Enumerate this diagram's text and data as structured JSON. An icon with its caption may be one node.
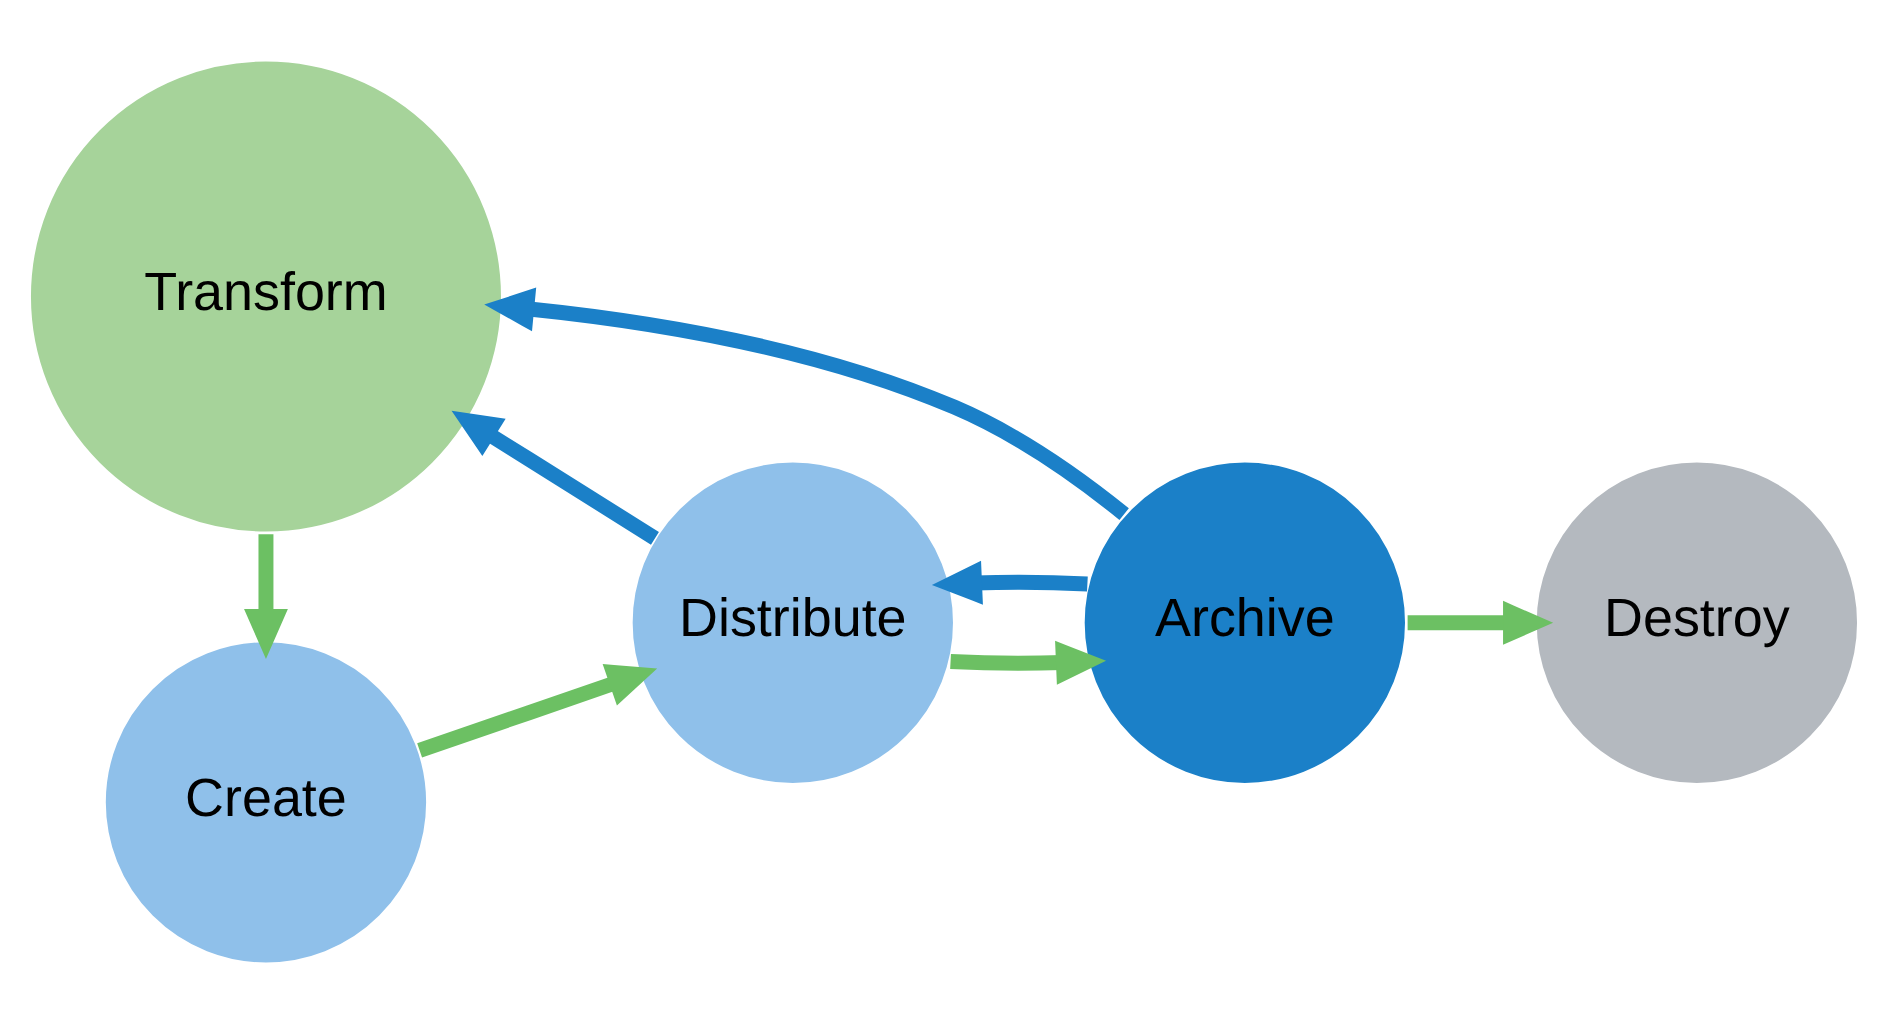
{
  "diagram": {
    "nodes": [
      {
        "text": [
          "Create"
        ]
      },
      {
        "text": [
          "Distribute"
        ]
      },
      {
        "text": [
          "Archive"
        ]
      },
      {
        "text": [
          "Destroy"
        ]
      },
      {
        "text": [
          "Transform"
        ]
      }
    ],
    "edges": [
      {
        "from": 0,
        "to": 1,
        "arrow": "to"
      },
      {
        "from": 1,
        "to": 2,
        "arrow": "to"
      },
      {
        "from": 2,
        "to": 3,
        "arrow": "to"
      },
      {
        "from": 2,
        "to": 1,
        "arrow": "to",
        "color": "#1b80c8"
      },
      {
        "from": 1,
        "to": 4,
        "arrow": "to",
        "color": "#1b80c8"
      },
      {
        "from": 2,
        "to": 4,
        "arrow": "to",
        "color": "#1b80c8"
      },
      {
        "from": 4,
        "to": 0,
        "arrow": "to"
      }
    ]
  }
}
